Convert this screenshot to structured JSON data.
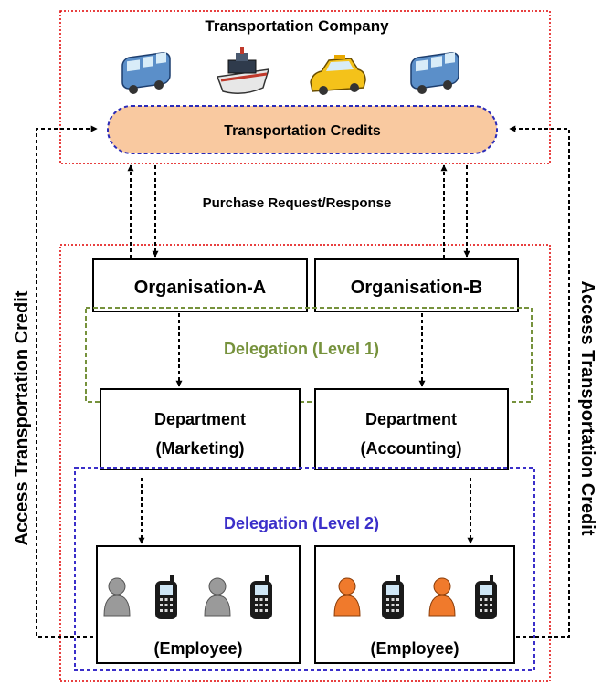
{
  "company": {
    "title": "Transportation Company"
  },
  "vehicles": [
    {
      "icon": "bus-icon"
    },
    {
      "icon": "ferry-icon"
    },
    {
      "icon": "taxi-icon"
    },
    {
      "icon": "bus-icon"
    }
  ],
  "credits": {
    "label": "Transportation Credits"
  },
  "purchase": {
    "label": "Purchase Request/Response"
  },
  "side_labels": {
    "left": "Access Transportation Credit",
    "right": "Access Transportation Credit"
  },
  "organisations": [
    {
      "label": "Organisation-A"
    },
    {
      "label": "Organisation-B"
    }
  ],
  "delegation_level1": {
    "label": "Delegation (Level 1)",
    "color": "#76923c"
  },
  "delegation_level2": {
    "label": "Delegation (Level 2)",
    "color": "#3b2fc9"
  },
  "departments": [
    {
      "line1": "Department",
      "line2": "(Marketing)"
    },
    {
      "line1": "Department",
      "line2": "(Accounting)"
    }
  ],
  "employee_groups": [
    {
      "label": "(Employee)",
      "person_color": "#9a9a9a"
    },
    {
      "label": "(Employee)",
      "person_color": "#f07a2c"
    }
  ],
  "colors": {
    "outer_border": "#e00000",
    "credits_fill": "#f9c9a0",
    "credits_border": "#2b2bb8"
  }
}
